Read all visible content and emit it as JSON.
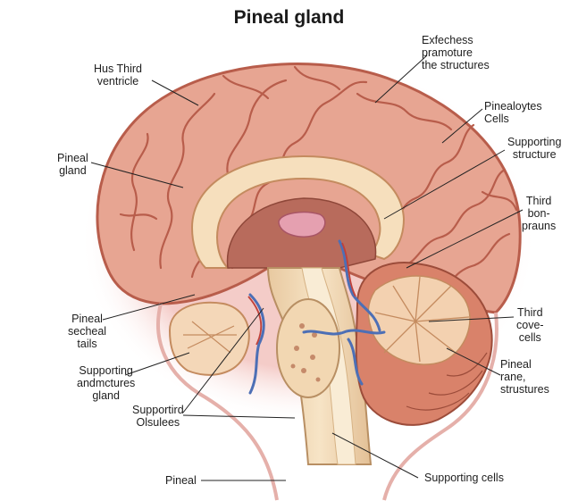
{
  "title": "Pineal gland",
  "colors": {
    "cortex": "#e7a592",
    "cortex_dark": "#b85d4b",
    "glow": "#f3c6c2",
    "corpus": "#f6dfbd",
    "stem": "#ecd2ad",
    "cerebellum": "#d9826a",
    "vessel": "#4d6fb5",
    "text": "#1e1e1e"
  },
  "labels": {
    "top_right": [
      "Exfechess",
      "pramoture",
      "the structures"
    ],
    "third_ventricle": [
      "Hus Third",
      "ventricle"
    ],
    "pinealocytes": [
      "Pinealoytes",
      "Cells"
    ],
    "supporting_structure": [
      "Supporting",
      "structure"
    ],
    "pineal_gland": [
      "Pineal",
      "gland"
    ],
    "third_bon": [
      "Third",
      "bon-",
      "prauns"
    ],
    "pineal_secheal": [
      "Pineal",
      "secheal",
      "tails"
    ],
    "third_cove": [
      "Third",
      "cove-",
      "cells"
    ],
    "supporting_andmctures": [
      "Supporting",
      "andmctures",
      "gland"
    ],
    "pineal_rane": [
      "Pineal",
      "rane,",
      "strustures"
    ],
    "supportird": [
      "Supportird",
      "Olsulees"
    ],
    "pineal_bottom": "Pineal",
    "supporting_cells": "Supporting cells"
  }
}
